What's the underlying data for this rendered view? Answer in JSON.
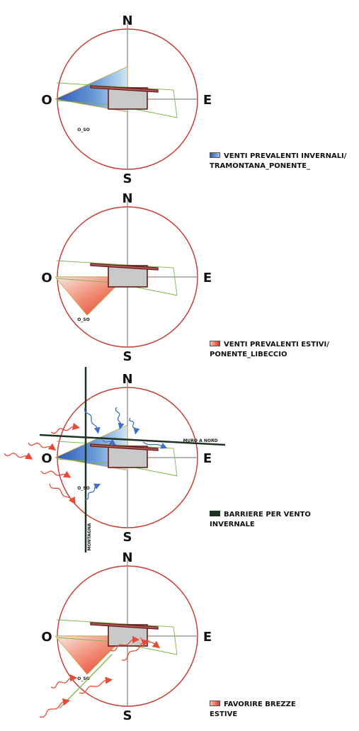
{
  "compass": {
    "north": "N",
    "south": "S",
    "east": "E",
    "west": "O"
  },
  "sector_label": "O_SO",
  "diagrams": [
    {
      "legend_lines": [
        "VENTI PREVALENTI INVERNALI/",
        "TRAMONTANA_PONENTE_"
      ],
      "legend_swatch_color": "#3f6fc6"
    },
    {
      "legend_lines": [
        "VENTI PREVALENTI ESTIVI/",
        "PONENTE_LIBECCIO"
      ],
      "legend_swatch_color": "#ea4a35"
    },
    {
      "legend_lines": [
        "BARRIERE PER VENTO",
        "INVERNALE"
      ],
      "legend_swatch_color": "#1f3323",
      "barrier_north_label": "MURO A NORD",
      "barrier_west_label": "MONTAGNA"
    },
    {
      "legend_lines": [
        "FAVORIRE BREZZE",
        "ESTIVE"
      ],
      "legend_swatch_color": "#ea4a35"
    }
  ],
  "colors": {
    "circle": "#c8362a",
    "axes": "#8a8a8a",
    "building_fill": "#c9c9c9",
    "building_stroke": "#6a1a1a",
    "green_outline": "#7ab648",
    "winter_wind": "#3f6fc6",
    "summer_wind": "#ea4a35",
    "barrier": "#1f3323"
  }
}
